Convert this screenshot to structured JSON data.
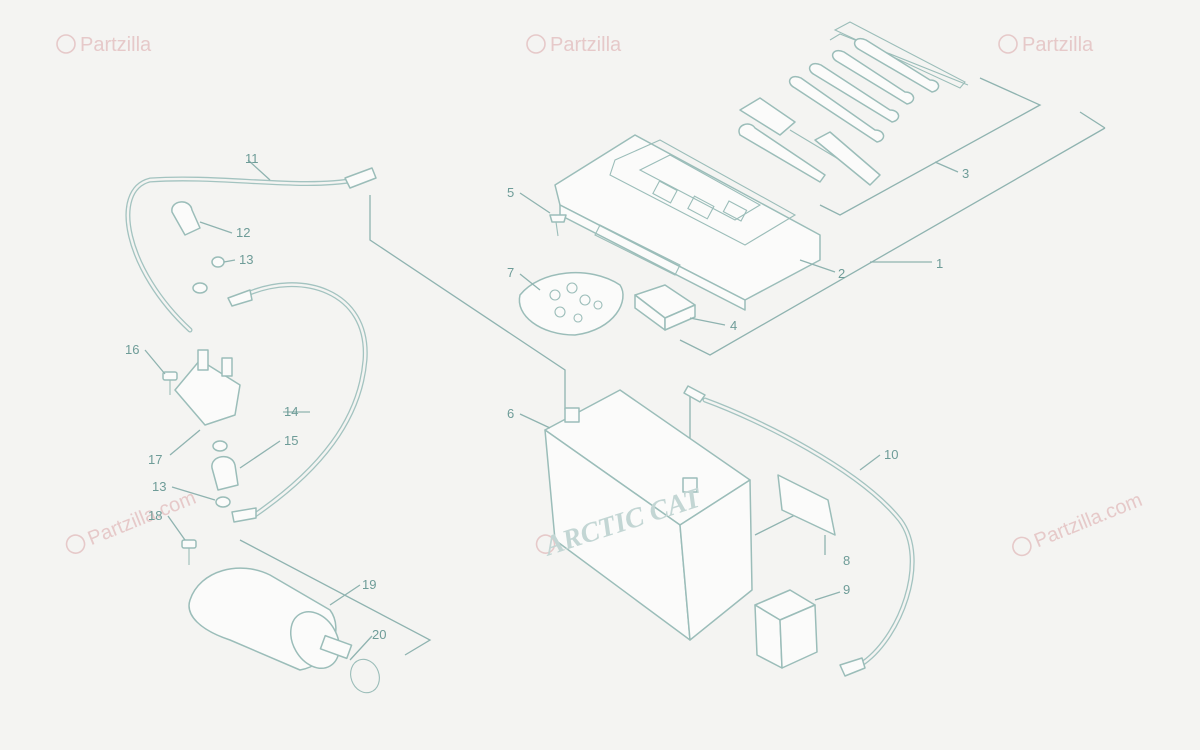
{
  "watermark": {
    "text": "Partzilla",
    "text_com": "Partzilla.com"
  },
  "battery_brand": "ARCTIC CAT",
  "callouts": [
    "1",
    "2",
    "3",
    "4",
    "5",
    "6",
    "7",
    "8",
    "9",
    "10",
    "11",
    "12",
    "13",
    "14",
    "15",
    "16",
    "17",
    "13",
    "18",
    "19",
    "20"
  ],
  "colors": {
    "line": "#8fb3b0",
    "part_outline": "#9bbdb9",
    "watermark": "#e6c9c9",
    "background": "#f4f4f2"
  }
}
